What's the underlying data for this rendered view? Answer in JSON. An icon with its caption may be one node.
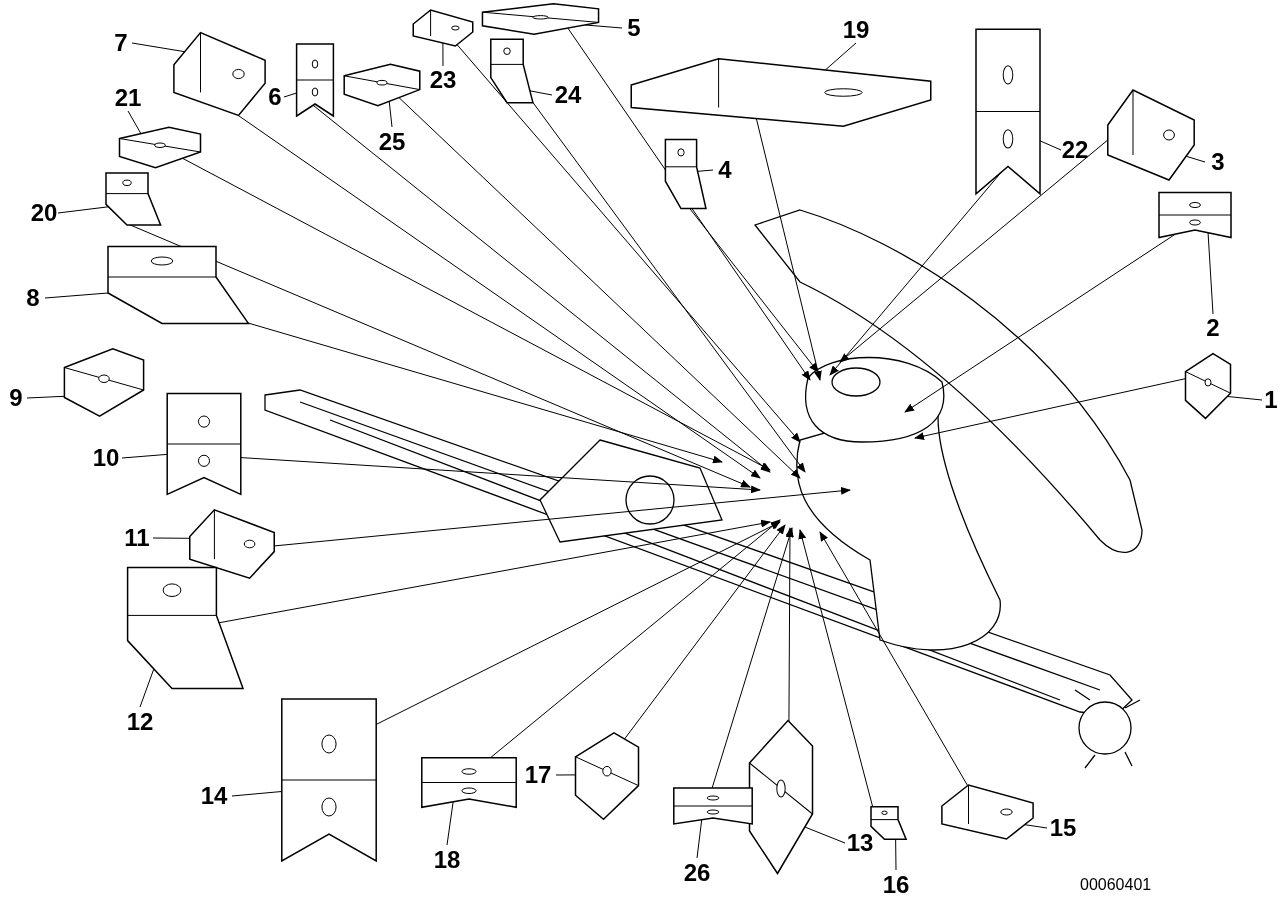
{
  "diagram": {
    "nodes": [
      {
        "text": [
          "1"
        ]
      },
      {
        "text": [
          "2"
        ]
      },
      {
        "text": [
          "3"
        ]
      },
      {
        "text": [
          "4"
        ]
      },
      {
        "text": [
          "5"
        ]
      },
      {
        "text": [
          "6"
        ]
      },
      {
        "text": [
          "7"
        ]
      },
      {
        "text": [
          "8"
        ]
      },
      {
        "text": [
          "9"
        ]
      },
      {
        "text": [
          "10"
        ]
      },
      {
        "text": [
          "11"
        ]
      },
      {
        "text": [
          "12"
        ]
      },
      {
        "text": [
          "13"
        ]
      },
      {
        "text": [
          "14"
        ]
      },
      {
        "text": [
          "15"
        ]
      },
      {
        "text": [
          "16"
        ]
      },
      {
        "text": [
          "17"
        ]
      },
      {
        "text": [
          "18"
        ]
      },
      {
        "text": [
          "19"
        ]
      },
      {
        "text": [
          "20"
        ]
      },
      {
        "text": [
          "21"
        ]
      },
      {
        "text": [
          "22"
        ]
      },
      {
        "text": [
          "23"
        ]
      },
      {
        "text": [
          "24"
        ]
      },
      {
        "text": [
          "25"
        ]
      },
      {
        "text": [
          "26"
        ]
      },
      {
        "text": [],
        "shape": "picture"
      },
      {
        "text": [],
        "shape": "picture"
      },
      {
        "text": [],
        "shape": "picture"
      },
      {
        "text": [],
        "shape": "picture"
      },
      {
        "text": [],
        "shape": "picture"
      },
      {
        "text": [],
        "shape": "picture"
      },
      {
        "text": [],
        "shape": "picture"
      },
      {
        "text": [],
        "shape": "picture"
      },
      {
        "text": [],
        "shape": "picture"
      },
      {
        "text": [],
        "shape": "picture"
      },
      {
        "text": [],
        "shape": "picture"
      },
      {
        "text": [],
        "shape": "picture"
      },
      {
        "text": [],
        "shape": "picture"
      },
      {
        "text": [],
        "shape": "picture"
      },
      {
        "text": [],
        "shape": "picture"
      },
      {
        "text": [],
        "shape": "picture"
      },
      {
        "text": [],
        "shape": "picture"
      },
      {
        "text": [],
        "shape": "picture"
      },
      {
        "text": [],
        "shape": "picture"
      },
      {
        "text": [],
        "shape": "picture"
      },
      {
        "text": [],
        "shape": "picture"
      },
      {
        "text": [],
        "shape": "picture"
      },
      {
        "text": [],
        "shape": "picture"
      },
      {
        "text": [],
        "shape": "picture"
      },
      {
        "text": [],
        "shape": "picture"
      },
      {
        "text": [],
        "shape": "picture"
      },
      {
        "text": [],
        "shape": "picture"
      }
    ],
    "edges": [
      {
        "from": 0,
        "to": 26,
        "arrow": "none"
      },
      {
        "from": 1,
        "to": 27,
        "arrow": "none"
      },
      {
        "from": 2,
        "to": 28,
        "arrow": "none"
      },
      {
        "from": 3,
        "to": 29,
        "arrow": "none"
      },
      {
        "from": 4,
        "to": 30,
        "arrow": "none"
      },
      {
        "from": 5,
        "to": 31,
        "arrow": "none"
      },
      {
        "from": 6,
        "to": 32,
        "arrow": "none"
      },
      {
        "from": 7,
        "to": 33,
        "arrow": "none"
      },
      {
        "from": 8,
        "to": 34,
        "arrow": "none"
      },
      {
        "from": 9,
        "to": 35,
        "arrow": "none"
      },
      {
        "from": 10,
        "to": 36,
        "arrow": "none"
      },
      {
        "from": 11,
        "to": 37,
        "arrow": "none"
      },
      {
        "from": 12,
        "to": 38,
        "arrow": "none"
      },
      {
        "from": 13,
        "to": 39,
        "arrow": "none"
      },
      {
        "from": 14,
        "to": 40,
        "arrow": "none"
      },
      {
        "from": 15,
        "to": 41,
        "arrow": "none"
      },
      {
        "from": 16,
        "to": 42,
        "arrow": "none"
      },
      {
        "from": 17,
        "to": 43,
        "arrow": "none"
      },
      {
        "from": 18,
        "to": 44,
        "arrow": "none"
      },
      {
        "from": 19,
        "to": 45,
        "arrow": "none"
      },
      {
        "from": 20,
        "to": 46,
        "arrow": "none"
      },
      {
        "from": 21,
        "to": 47,
        "arrow": "none"
      },
      {
        "from": 22,
        "to": 48,
        "arrow": "none"
      },
      {
        "from": 23,
        "to": 49,
        "arrow": "none"
      },
      {
        "from": 24,
        "to": 50,
        "arrow": "none"
      },
      {
        "from": 25,
        "to": 51,
        "arrow": "none"
      },
      {
        "from": 26,
        "to": 52,
        "arrow": "to"
      },
      {
        "from": 27,
        "to": 52,
        "arrow": "to"
      },
      {
        "from": 28,
        "to": 52,
        "arrow": "to"
      },
      {
        "from": 29,
        "to": 52,
        "arrow": "to"
      },
      {
        "from": 30,
        "to": 52,
        "arrow": "to"
      },
      {
        "from": 31,
        "to": 52,
        "arrow": "to"
      },
      {
        "from": 32,
        "to": 52,
        "arrow": "to"
      },
      {
        "from": 33,
        "to": 52,
        "arrow": "to"
      },
      {
        "from": 35,
        "to": 52,
        "arrow": "to"
      },
      {
        "from": 36,
        "to": 52,
        "arrow": "to"
      },
      {
        "from": 37,
        "to": 52,
        "arrow": "to"
      },
      {
        "from": 38,
        "to": 52,
        "arrow": "to"
      },
      {
        "from": 39,
        "to": 52,
        "arrow": "to"
      },
      {
        "from": 40,
        "to": 52,
        "arrow": "to"
      },
      {
        "from": 41,
        "to": 52,
        "arrow": "to"
      },
      {
        "from": 42,
        "to": 52,
        "arrow": "to"
      },
      {
        "from": 43,
        "to": 52,
        "arrow": "to"
      },
      {
        "from": 44,
        "to": 52,
        "arrow": "to"
      },
      {
        "from": 45,
        "to": 52,
        "arrow": "to"
      },
      {
        "from": 46,
        "to": 52,
        "arrow": "to"
      },
      {
        "from": 47,
        "to": 52,
        "arrow": "to"
      },
      {
        "from": 48,
        "to": 52,
        "arrow": "to"
      },
      {
        "from": 49,
        "to": 52,
        "arrow": "to"
      },
      {
        "from": 50,
        "to": 52,
        "arrow": "to"
      },
      {
        "from": 51,
        "to": 52,
        "arrow": "to"
      }
    ],
    "labels": [
      "00060401"
    ]
  }
}
